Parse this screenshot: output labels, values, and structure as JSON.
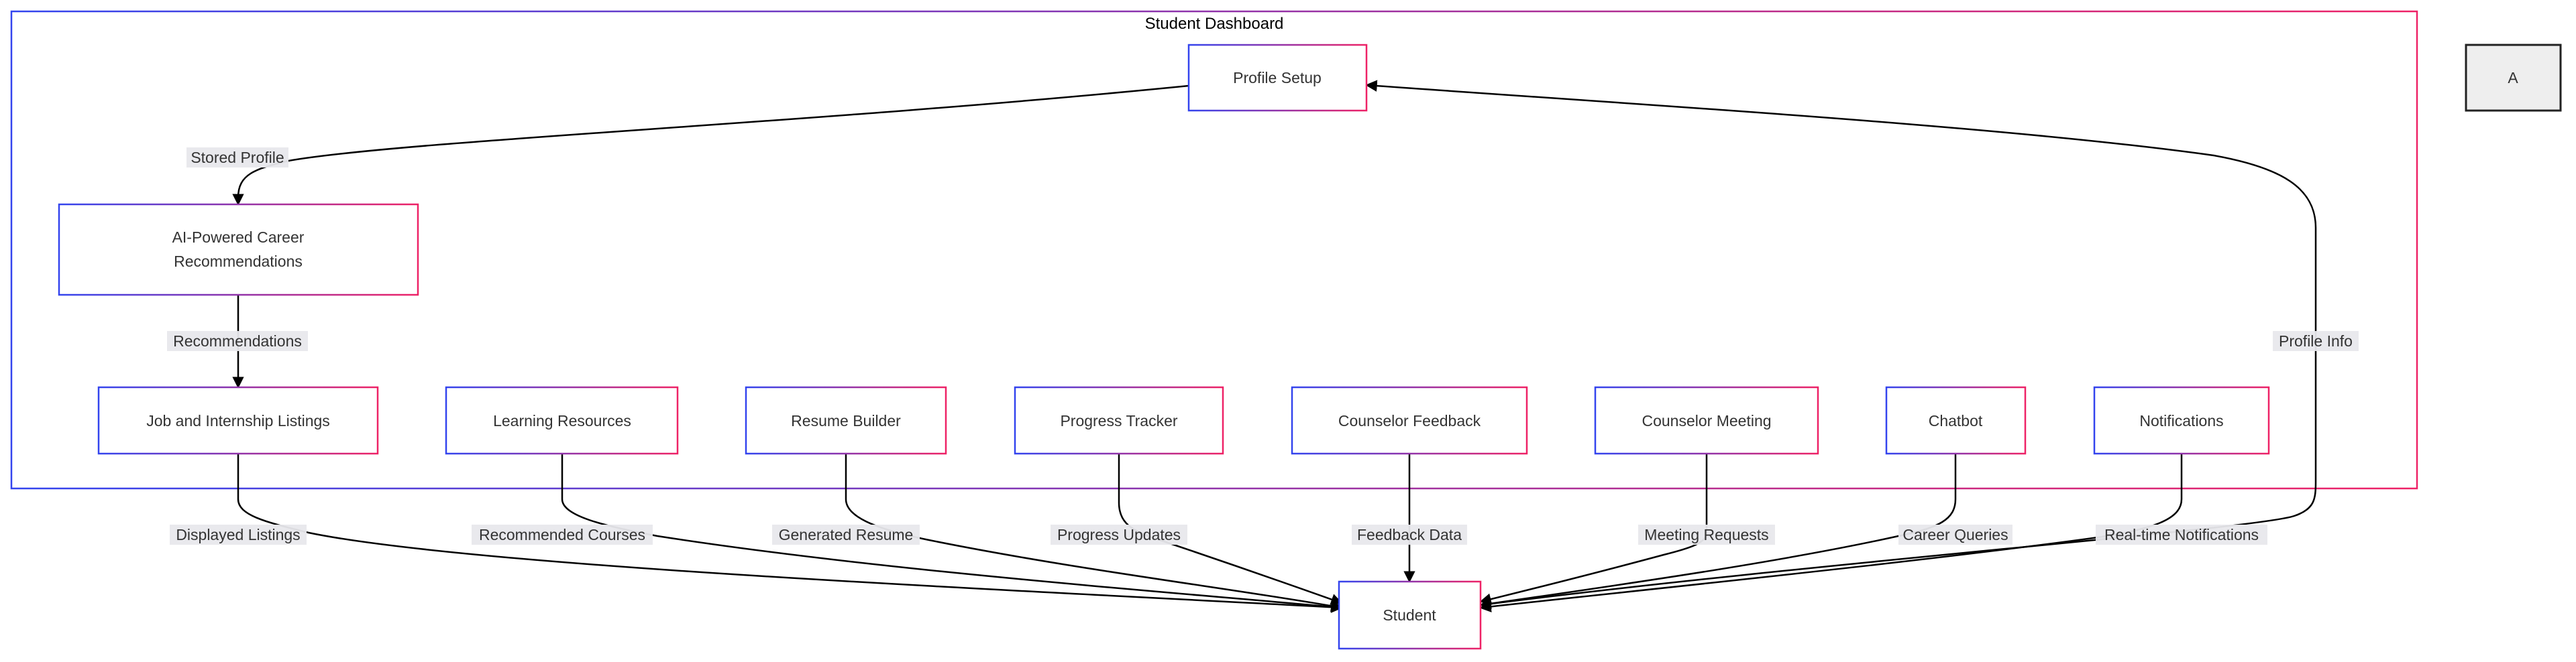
{
  "cluster": {
    "title": "Student Dashboard"
  },
  "colors": {
    "gradient_start": "#3344ee",
    "gradient_end": "#ee2266",
    "edge": "#000000",
    "label_bg": "#e8e8ec",
    "legend_fill": "#eeeeee"
  },
  "nodes": {
    "profile_setup": "Profile Setup",
    "ai_recommendations": [
      "AI-Powered Career",
      "Recommendations"
    ],
    "job_listings": "Job and Internship Listings",
    "learning_resources": "Learning Resources",
    "resume_builder": "Resume Builder",
    "progress_tracker": "Progress Tracker",
    "counselor_feedback": "Counselor Feedback",
    "counselor_meeting": "Counselor Meeting",
    "chatbot": "Chatbot",
    "notifications": "Notifications",
    "student": "Student",
    "legend_a": "A"
  },
  "edge_labels": {
    "stored_profile": "Stored Profile",
    "recommendations": "Recommendations",
    "profile_info": "Profile Info",
    "displayed_listings": "Displayed Listings",
    "recommended_courses": "Recommended Courses",
    "generated_resume": "Generated Resume",
    "progress_updates": "Progress Updates",
    "feedback_data": "Feedback Data",
    "meeting_requests": "Meeting Requests",
    "career_queries": "Career Queries",
    "realtime_notifications": "Real-time Notifications"
  }
}
